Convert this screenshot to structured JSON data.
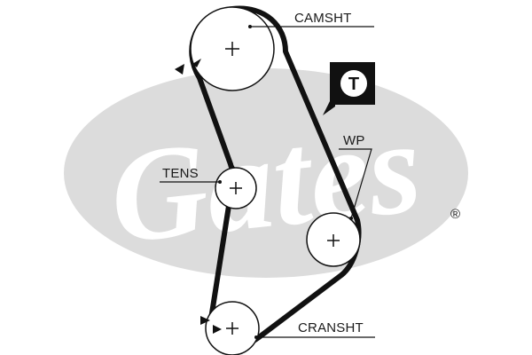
{
  "watermark": {
    "brand": "Gates",
    "registered_mark": "®",
    "oval_color": "#dcdcdc",
    "text_color": "#ffffff"
  },
  "belt": {
    "color": "#111111"
  },
  "pulleys": {
    "camshaft": {
      "label": "CAMSHT"
    },
    "tensioner": {
      "label": "TENS"
    },
    "water_pump": {
      "label": "WP"
    },
    "crankshaft": {
      "label": "CRANSHT"
    }
  },
  "badge": {
    "letter": "T",
    "fill": "#111111",
    "letter_color": "#ffffff"
  },
  "icons": {
    "direction_marker": "timing-mark-triangle-icon",
    "center_mark": "plus-icon"
  }
}
